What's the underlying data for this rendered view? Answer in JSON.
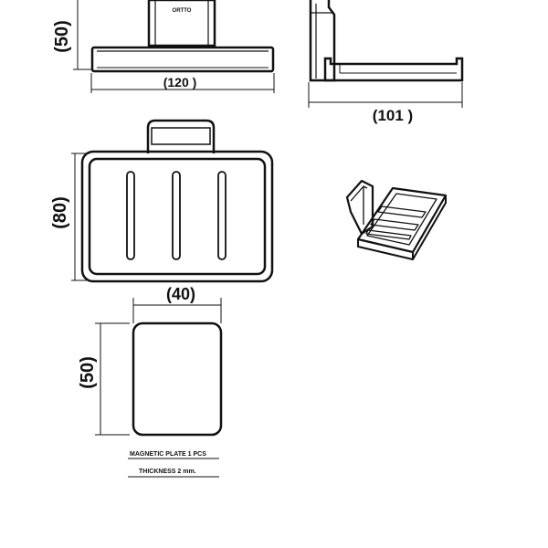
{
  "front_view": {
    "height_label": "(50)",
    "width_label": "(120  )",
    "brand_mark": "ORTTO"
  },
  "side_view": {
    "depth_label": "(101 )"
  },
  "top_view": {
    "height_label": "(80)"
  },
  "magnetic_plate": {
    "width_label": "(40)",
    "height_label": "(50)",
    "caption": "MAGNETIC PLATE 1 PCS",
    "thickness_note": "THICKNESS 2 mm."
  }
}
